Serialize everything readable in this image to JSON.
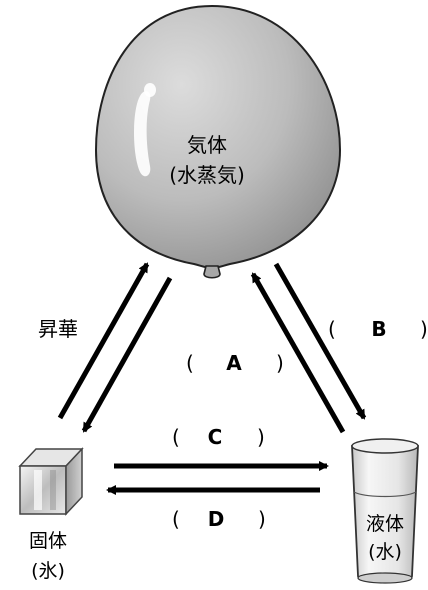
{
  "gas": {
    "line1": "気体",
    "line2": "(水蒸気)"
  },
  "solid": {
    "line1": "固体",
    "line2": "(氷)"
  },
  "liquid": {
    "line1": "液体",
    "line2": "(水)"
  },
  "transitions": {
    "sublimation": "昇華",
    "a": {
      "open": "(",
      "letter": "A",
      "close": ")"
    },
    "b": {
      "open": "(",
      "letter": "B",
      "close": ")"
    },
    "c": {
      "open": "(",
      "letter": "C",
      "close": ")"
    },
    "d": {
      "open": "(",
      "letter": "D",
      "close": ")"
    }
  },
  "colors": {
    "balloon": "#bdbdbd",
    "arrow": "#000000"
  }
}
